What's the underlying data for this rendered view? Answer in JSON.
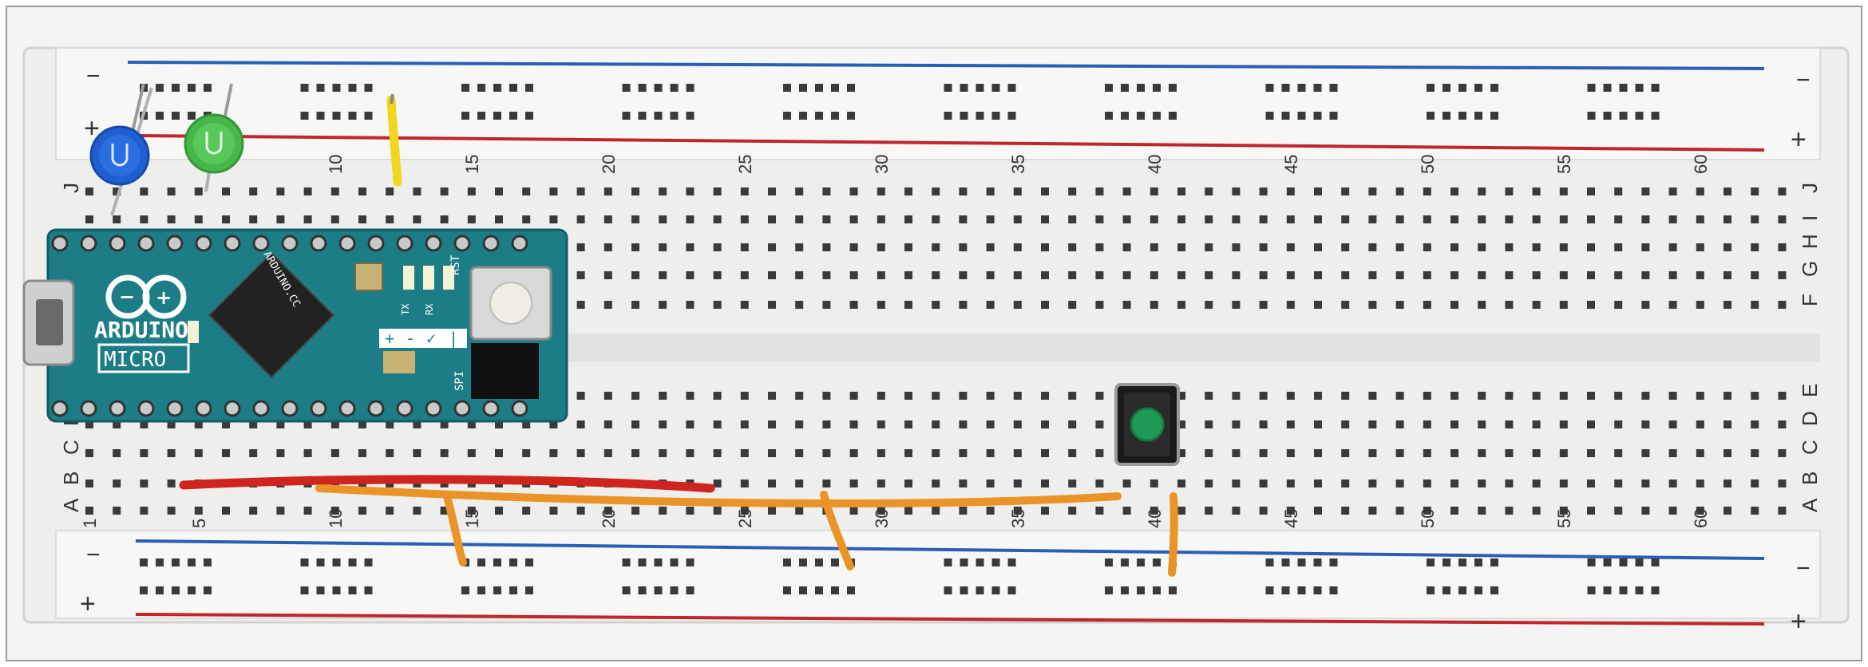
{
  "breadboard": {
    "rail_minus": "−",
    "rail_plus": "+",
    "row_letters_top": [
      "J",
      "I",
      "H",
      "G",
      "F"
    ],
    "row_letters_bottom": [
      "E",
      "D",
      "C",
      "B",
      "A"
    ],
    "column_numbers": [
      "1",
      "5",
      "10",
      "15",
      "20",
      "25",
      "30",
      "35",
      "40",
      "45",
      "50",
      "55",
      "60"
    ]
  },
  "arduino": {
    "brand": "ARDUINO",
    "model": "MICRO",
    "site": "ARDUINO.CC",
    "rst_label": "RST",
    "spi_label": "SPI",
    "tx_label": "TX",
    "rx_label": "RX",
    "icon_row": [
      "+",
      "-",
      "✓",
      "|"
    ]
  },
  "colors": {
    "board": "#eeeeec",
    "hole": "#3a3a3a",
    "rail_blue": "#2a5fb8",
    "rail_red": "#c0262b",
    "pcb": "#1c7d86",
    "led_blue": "#1f5fcf",
    "led_green": "#46b84a",
    "wire_red": "#d0251f",
    "wire_orange": "#ea9428",
    "wire_yellow": "#f2d51f",
    "button_cap": "#1f9b57"
  }
}
